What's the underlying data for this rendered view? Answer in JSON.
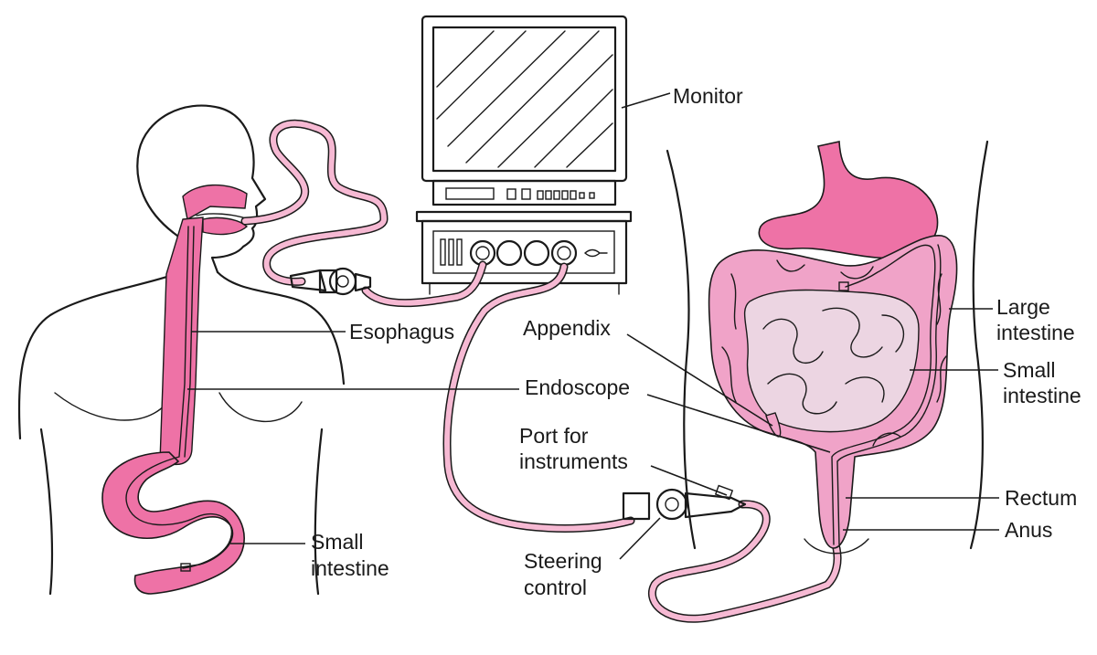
{
  "colors": {
    "organ_pink": "#ee72a6",
    "colon_pink": "#f0a3c8",
    "small_intestine": "#ecd5e2",
    "scope_tube": "#f6b9d3",
    "outline": "#1a1a1a"
  },
  "labels": {
    "monitor": "Monitor",
    "esophagus": "Esophagus",
    "endoscope": "Endoscope",
    "small_intestine_left": [
      "Small",
      "intestine"
    ],
    "appendix": "Appendix",
    "port": [
      "Port for",
      "instruments"
    ],
    "steering": [
      "Steering",
      "control"
    ],
    "large_intestine": [
      "Large",
      "intestine"
    ],
    "small_intestine_right": [
      "Small",
      "intestine"
    ],
    "rectum": "Rectum",
    "anus": "Anus"
  }
}
